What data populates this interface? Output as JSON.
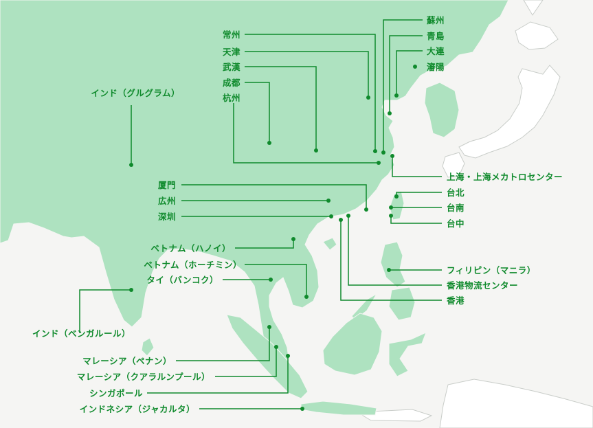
{
  "colors": {
    "land": "#aee2c0",
    "land_other": "#ffffff",
    "land_stroke": "#c9cdc9",
    "sea": "#f5f5f3",
    "accent": "#0f8a2c"
  },
  "labels": {
    "suzhou": "蘇州",
    "qingdao": "青島",
    "dalian": "大連",
    "shenyang": "瀋陽",
    "changzhou": "常州",
    "tianjin": "天津",
    "wuhan": "武漢",
    "chengdu": "成都",
    "hangzhou": "杭州",
    "gurugram": "インド（グルグラム）",
    "shanghai": "上海・上海メカトロセンター",
    "xiamen": "厦門",
    "guangzhou": "広州",
    "shenzhen": "深圳",
    "taipei": "台北",
    "tainan": "台南",
    "taichung": "台中",
    "hanoi": "ベトナム（ハノイ）",
    "hcmc": "ベトナム（ホーチミン）",
    "bangkok": "タイ（バンコク）",
    "manila": "フィリピン（マニラ）",
    "hk_logistics": "香港物流センター",
    "hongkong": "香港",
    "bengaluru": "インド（ベンガルール）",
    "penang": "マレーシア（ペナン）",
    "kl": "マレーシア（クアラルンプール）",
    "singapore": "シンガポール",
    "jakarta": "インドネシア（ジャカルタ）"
  }
}
